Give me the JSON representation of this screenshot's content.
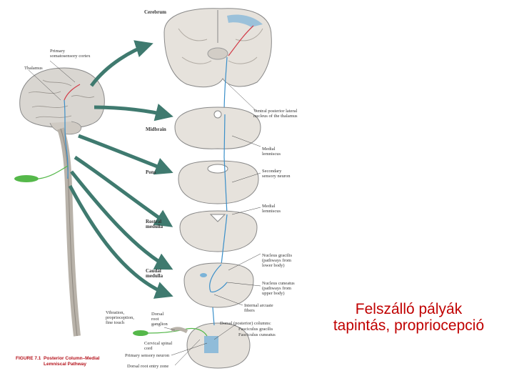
{
  "slide_title": {
    "line1": "Felszálló pályák",
    "line2": "tapintás, propriocepció"
  },
  "figure": {
    "caption_number": "FIGURE 7.1",
    "caption_title": "Posterior Column–Medial Lemniscal Pathway",
    "sections": {
      "cerebrum": "Cerebrum",
      "midbrain": "Midbrain",
      "pons": "Pons",
      "rostral_medulla": "Rostral medulla",
      "caudal_medulla": "Caudal medulla",
      "cervical_spinal_cord": "Cervical spinal cord"
    },
    "labels": {
      "primary_somatosensory_cortex": "Primary somatosensory cortex",
      "thalamus": "Thalamus",
      "vpl_nucleus": "Ventral posterior lateral nucleus of the thalamus",
      "medial_lemniscus_midbrain": "Medial lemniscus",
      "secondary_sensory_neuron": "Secondary sensory neuron",
      "medial_lemniscus_medulla": "Medial lemniscus",
      "nucleus_gracilis": "Nucleus gracilis (pathways from lower body)",
      "nucleus_cuneatus": "Nucleus cuneatus (pathways from upper body)",
      "internal_arcuate_fibers": "Internal arcuate fibers",
      "dorsal_columns": "Dorsal (posterior) columns:",
      "fasciculus_gracilis": "Fasciculus gracilis",
      "fasciculus_cuneatus": "Fasciculus cuneatus",
      "vibration": "Vibration, proprioception, fine touch",
      "dorsal_root_ganglion": "Dorsal root ganglion",
      "primary_sensory_neuron": "Primary sensory neuron",
      "dorsal_root_entry_zone": "Dorsal root entry zone"
    }
  },
  "colors": {
    "slide_title": "#c00000",
    "caption": "#b5121b",
    "pathway_blue": "#3a8fc9",
    "pathway_red": "#d23c48",
    "arrow_teal": "#3f7a6f",
    "tissue": "#e6e2dc",
    "receptor_green": "#55b84a"
  }
}
